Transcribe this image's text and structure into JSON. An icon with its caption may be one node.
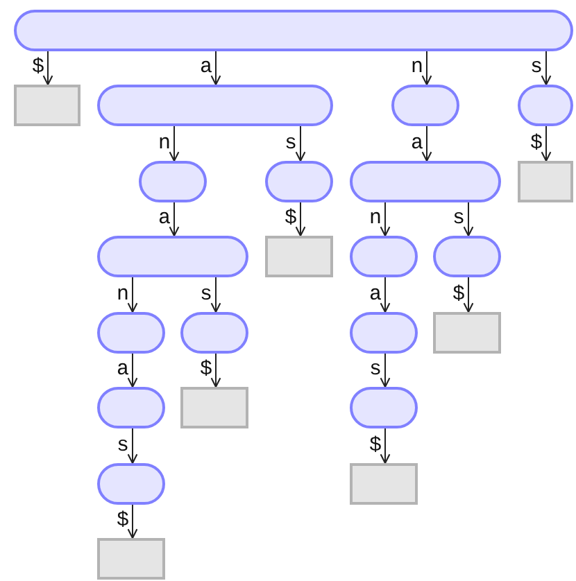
{
  "diagram": {
    "nodes": [
      {
        "text": [],
        "shape": "pill"
      },
      {
        "text": [],
        "shape": "box"
      },
      {
        "text": [],
        "shape": "pill"
      },
      {
        "text": [],
        "shape": "pill"
      },
      {
        "text": [],
        "shape": "pill"
      },
      {
        "text": [],
        "shape": "pill"
      },
      {
        "text": [],
        "shape": "pill"
      },
      {
        "text": [],
        "shape": "pill"
      },
      {
        "text": [],
        "shape": "box"
      },
      {
        "text": [],
        "shape": "pill"
      },
      {
        "text": [],
        "shape": "box"
      },
      {
        "text": [],
        "shape": "pill"
      },
      {
        "text": [],
        "shape": "box"
      },
      {
        "text": [],
        "shape": "pill"
      },
      {
        "text": [],
        "shape": "pill"
      },
      {
        "text": [],
        "shape": "pill"
      },
      {
        "text": [],
        "shape": "pill"
      },
      {
        "text": [],
        "shape": "pill"
      },
      {
        "text": [],
        "shape": "box"
      },
      {
        "text": [],
        "shape": "pill"
      },
      {
        "text": [],
        "shape": "box"
      },
      {
        "text": [],
        "shape": "pill"
      },
      {
        "text": [],
        "shape": "box"
      }
    ],
    "edges": [
      {
        "from": 0,
        "to": 1,
        "arrow": "to",
        "label": "$"
      },
      {
        "from": 0,
        "to": 2,
        "arrow": "to",
        "label": "a"
      },
      {
        "from": 2,
        "to": 3,
        "arrow": "to",
        "label": "n"
      },
      {
        "from": 3,
        "to": 4,
        "arrow": "to",
        "label": "a"
      },
      {
        "from": 4,
        "to": 5,
        "arrow": "to",
        "label": "n"
      },
      {
        "from": 5,
        "to": 6,
        "arrow": "to",
        "label": "a"
      },
      {
        "from": 6,
        "to": 7,
        "arrow": "to",
        "label": "s"
      },
      {
        "from": 7,
        "to": 8,
        "arrow": "to",
        "label": "$"
      },
      {
        "from": 4,
        "to": 9,
        "arrow": "to",
        "label": "s"
      },
      {
        "from": 9,
        "to": 10,
        "arrow": "to",
        "label": "$"
      },
      {
        "from": 2,
        "to": 11,
        "arrow": "to",
        "label": "s"
      },
      {
        "from": 11,
        "to": 12,
        "arrow": "to",
        "label": "$"
      },
      {
        "from": 0,
        "to": 13,
        "arrow": "to",
        "label": "n"
      },
      {
        "from": 13,
        "to": 14,
        "arrow": "to",
        "label": "a"
      },
      {
        "from": 14,
        "to": 15,
        "arrow": "to",
        "label": "n"
      },
      {
        "from": 15,
        "to": 16,
        "arrow": "to",
        "label": "a"
      },
      {
        "from": 16,
        "to": 17,
        "arrow": "to",
        "label": "s"
      },
      {
        "from": 17,
        "to": 18,
        "arrow": "to",
        "label": "$"
      },
      {
        "from": 14,
        "to": 19,
        "arrow": "to",
        "label": "s"
      },
      {
        "from": 19,
        "to": 20,
        "arrow": "to",
        "label": "$"
      },
      {
        "from": 0,
        "to": 21,
        "arrow": "to",
        "label": "s"
      },
      {
        "from": 21,
        "to": 22,
        "arrow": "to",
        "label": "$"
      }
    ]
  }
}
